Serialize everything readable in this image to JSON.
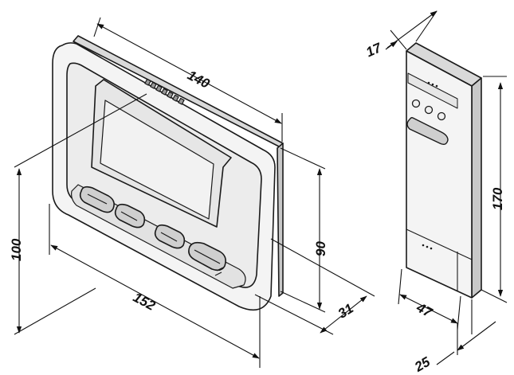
{
  "colors": {
    "line": "#1a1a1a",
    "body_fill": "#f4f4f4",
    "side_fill": "#d9d9d9",
    "shade": "#bcbcbc"
  },
  "dimensions": {
    "display_width": "140",
    "display_depth": "31",
    "display_height": "90",
    "display_total_height": "100",
    "display_total_width": "152",
    "sensor_depth": "17",
    "sensor_height": "170",
    "sensor_width": "47",
    "sensor_base_depth": "25"
  }
}
